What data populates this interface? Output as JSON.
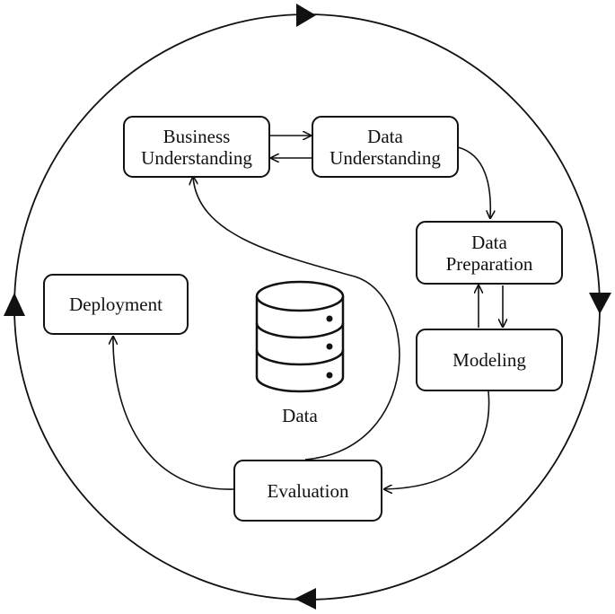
{
  "diagram": {
    "nodes": {
      "business_understanding": [
        "Business",
        "Understanding"
      ],
      "data_understanding": [
        "Data",
        "Understanding"
      ],
      "data_preparation": [
        "Data",
        "Preparation"
      ],
      "modeling": "Modeling",
      "evaluation": "Evaluation",
      "deployment": "Deployment"
    },
    "data_store_label": "Data",
    "stroke_color": "#111111"
  }
}
